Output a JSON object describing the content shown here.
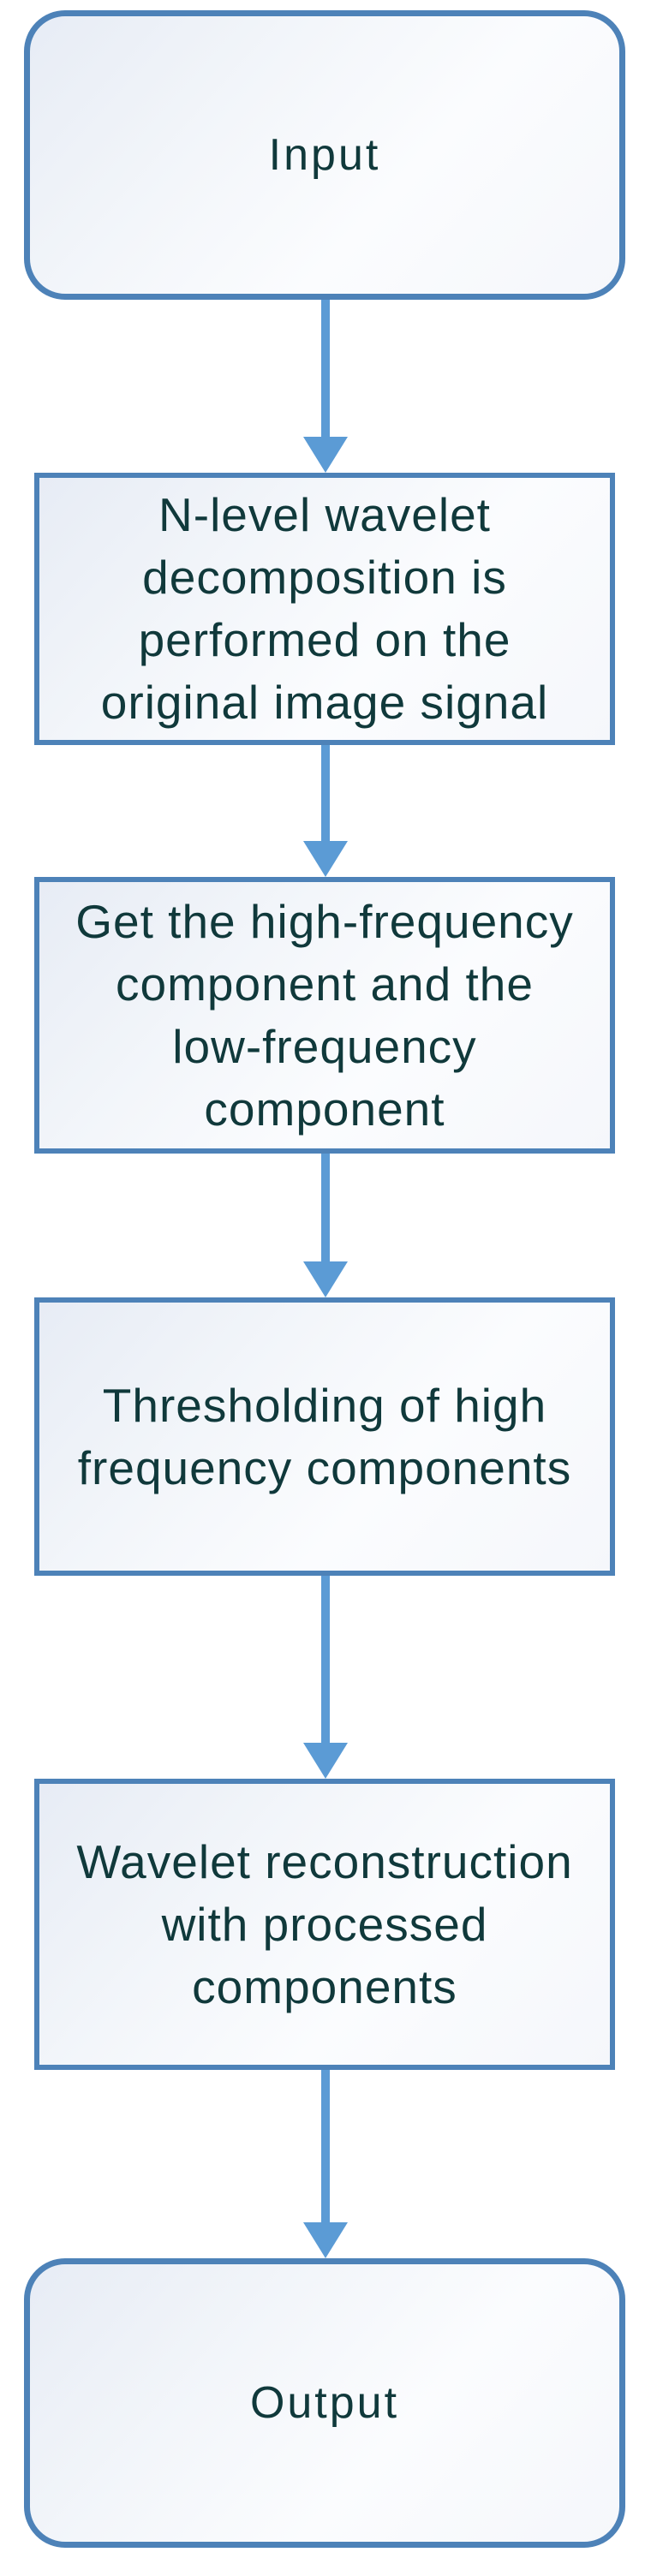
{
  "diagram": {
    "type": "flowchart",
    "direction": "top-to-bottom",
    "nodes": [
      {
        "id": "input",
        "shape": "rounded-rectangle",
        "label": "Input"
      },
      {
        "id": "step1",
        "shape": "rectangle",
        "label": "N-level wavelet\ndecomposition is\nperformed on the\noriginal image signal"
      },
      {
        "id": "step2",
        "shape": "rectangle",
        "label": "Get the high-frequency\ncomponent and the\nlow-frequency\ncomponent"
      },
      {
        "id": "step3",
        "shape": "rectangle",
        "label": "Thresholding of high\nfrequency components"
      },
      {
        "id": "step4",
        "shape": "rectangle",
        "label": "Wavelet reconstruction\nwith processed\ncomponents"
      },
      {
        "id": "output",
        "shape": "rounded-rectangle",
        "label": "Output"
      }
    ],
    "edges": [
      {
        "from": "input",
        "to": "step1",
        "style": "arrow-down"
      },
      {
        "from": "step1",
        "to": "step2",
        "style": "arrow-down"
      },
      {
        "from": "step2",
        "to": "step3",
        "style": "arrow-down"
      },
      {
        "from": "step3",
        "to": "step4",
        "style": "arrow-down"
      },
      {
        "from": "step4",
        "to": "output",
        "style": "arrow-down"
      }
    ],
    "colors": {
      "node_border": "#4d82b8",
      "arrow": "#5b9bd5",
      "text": "#10393b",
      "fill_a": "#e7ecf5",
      "fill_b": "#fbfcfe"
    }
  }
}
